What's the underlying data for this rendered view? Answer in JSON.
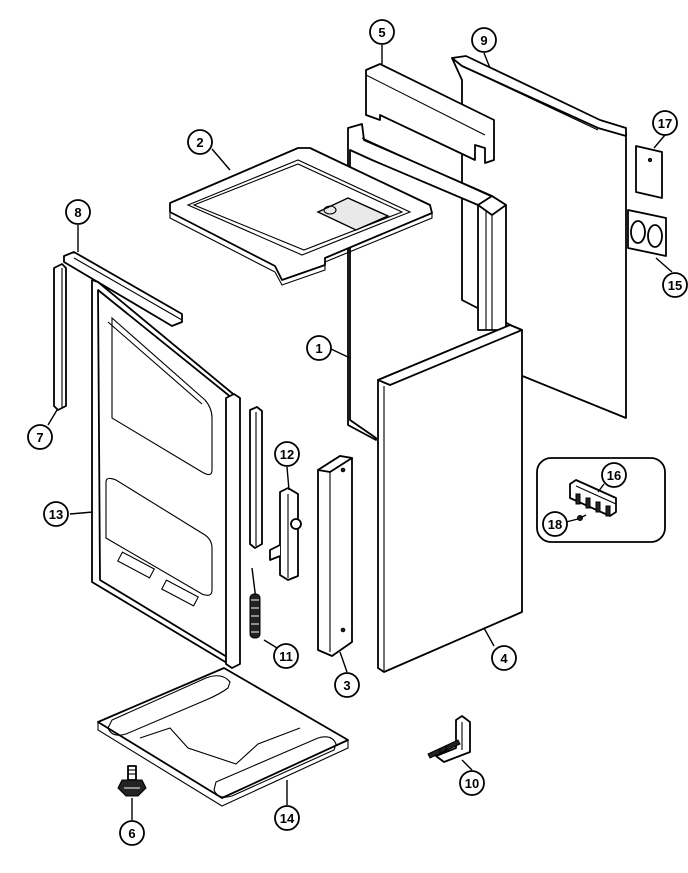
{
  "callouts": [
    {
      "id": "c1",
      "number": "1",
      "part": "side-panel-left"
    },
    {
      "id": "c2",
      "number": "2",
      "part": "top-panel"
    },
    {
      "id": "c3",
      "number": "3",
      "part": "channel-strip"
    },
    {
      "id": "c4",
      "number": "4",
      "part": "side-panel-right"
    },
    {
      "id": "c5",
      "number": "5",
      "part": "rear-upper-panel"
    },
    {
      "id": "c6",
      "number": "6",
      "part": "leveling-leg"
    },
    {
      "id": "c7",
      "number": "7",
      "part": "vertical-trim-left"
    },
    {
      "id": "c8",
      "number": "8",
      "part": "top-trim-strip"
    },
    {
      "id": "c9",
      "number": "9",
      "part": "rear-panel"
    },
    {
      "id": "c10",
      "number": "10",
      "part": "anti-tip-bracket"
    },
    {
      "id": "c11",
      "number": "11",
      "part": "spring"
    },
    {
      "id": "c12",
      "number": "12",
      "part": "hinge-bracket"
    },
    {
      "id": "c13",
      "number": "13",
      "part": "front-frame"
    },
    {
      "id": "c14",
      "number": "14",
      "part": "bottom-panel"
    },
    {
      "id": "c15",
      "number": "15",
      "part": "access-cover-gasket"
    },
    {
      "id": "c16",
      "number": "16",
      "part": "terminal-block"
    },
    {
      "id": "c17",
      "number": "17",
      "part": "access-cover"
    },
    {
      "id": "c18",
      "number": "18",
      "part": "screw"
    }
  ]
}
